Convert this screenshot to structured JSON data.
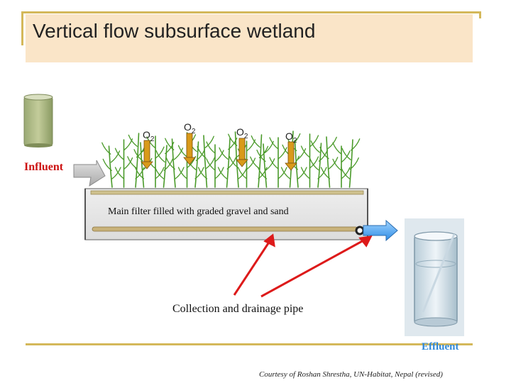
{
  "title": "Vertical flow subsurface wetland",
  "labels": {
    "influent": "Influent",
    "main_filter": "Main filter filled with graded gravel and sand",
    "collection_pipe": "Collection and drainage pipe",
    "effluent": "Effluent"
  },
  "oxygen_label": "O2",
  "oxygen_arrows": [
    {
      "label": "O2"
    },
    {
      "label": "O2"
    },
    {
      "label": "O2"
    },
    {
      "label": "O2"
    }
  ],
  "credit": "Courtesy of Roshan Shrestha, UN-Habitat, Nepal (revised)",
  "colors": {
    "title_background": "#fae5c8",
    "title_rule": "#d4b85a",
    "influent_text": "#cc1111",
    "effluent_text": "#2f88d8",
    "pointer_arrows": "#dd1a1a",
    "oxygen_arrows": "#d99a1a",
    "plants": "#4a9a2a",
    "gravel_bed": "#e6e6e6",
    "drain_pipe": "#c8b27a"
  }
}
